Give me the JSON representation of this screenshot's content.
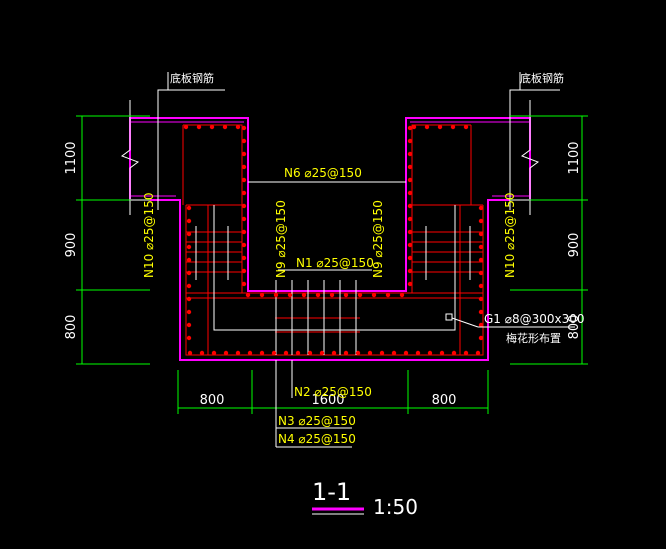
{
  "callouts": {
    "left_top": "底板钢筋",
    "right_top": "底板钢筋"
  },
  "rebar": {
    "n6": "N6 ⌀25@150",
    "n1": "N1 ⌀25@150",
    "n2": "N2 ⌀25@150",
    "n3": "N3 ⌀25@150",
    "n4": "N4 ⌀25@150",
    "n9_left": "N9 ⌀25@150",
    "n9_right": "N9 ⌀25@150",
    "n10_left": "N10 ⌀25@150",
    "n10_right": "N10 ⌀25@150",
    "g1": "G1 ⌀8@300x300",
    "g1_note": "梅花形布置"
  },
  "dimensions": {
    "vertical_left": [
      "1100",
      "900",
      "800"
    ],
    "vertical_right": [
      "1100",
      "900",
      "800"
    ],
    "horizontal": [
      "800",
      "1600",
      "800"
    ]
  },
  "title": {
    "section": "1-1",
    "scale": "1:50"
  },
  "colors": {
    "outline": "#ff00ff",
    "rebar": "#ff0000",
    "dimension": "#00ff00",
    "text": "#ffff00",
    "detail": "#ffffff"
  }
}
